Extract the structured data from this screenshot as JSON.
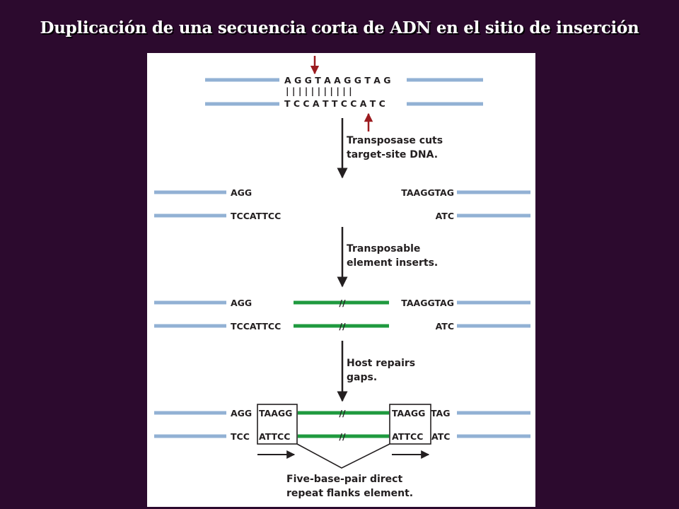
{
  "header": {
    "title": "Duplicación de una secuencia corta de ADN en el sitio de inserción"
  },
  "diagram": {
    "colors": {
      "host_dna": "#92b1d4",
      "transposable_element": "#1f9a3f",
      "cut_arrow": "#9b1b1f",
      "text": "#231f20"
    },
    "stage1": {
      "top_sequence": "A G G T A A G G T A G",
      "pairing": "| | | | | | | | | | |",
      "bottom_sequence": "T C C A T T C C A T C"
    },
    "step1_caption": [
      "Transposase cuts",
      "target-site DNA."
    ],
    "stage2": {
      "left_top": "AGG",
      "left_bottom": "TCCATTCC",
      "right_top": "TAAGGTAG",
      "right_bottom": "ATC"
    },
    "step2_caption": [
      "Transposable",
      "element inserts."
    ],
    "stage3": {
      "left_top": "AGG",
      "left_bottom": "TCCATTCC",
      "right_top": "TAAGGTAG",
      "right_bottom": "ATC",
      "break_mark": "//"
    },
    "step3_caption": [
      "Host repairs",
      "gaps."
    ],
    "stage4": {
      "left_top_plain": "AGG",
      "left_top_boxed": "TAAGG",
      "left_bottom_plain": "TCC",
      "left_bottom_boxed": "ATTCC",
      "right_top_boxed": "TAAGG",
      "right_top_plain": "TAG",
      "right_bottom_boxed": "ATTCC",
      "right_bottom_plain": "ATC",
      "break_mark": "//"
    },
    "final_caption": [
      "Five-base-pair direct",
      "repeat flanks element."
    ]
  }
}
